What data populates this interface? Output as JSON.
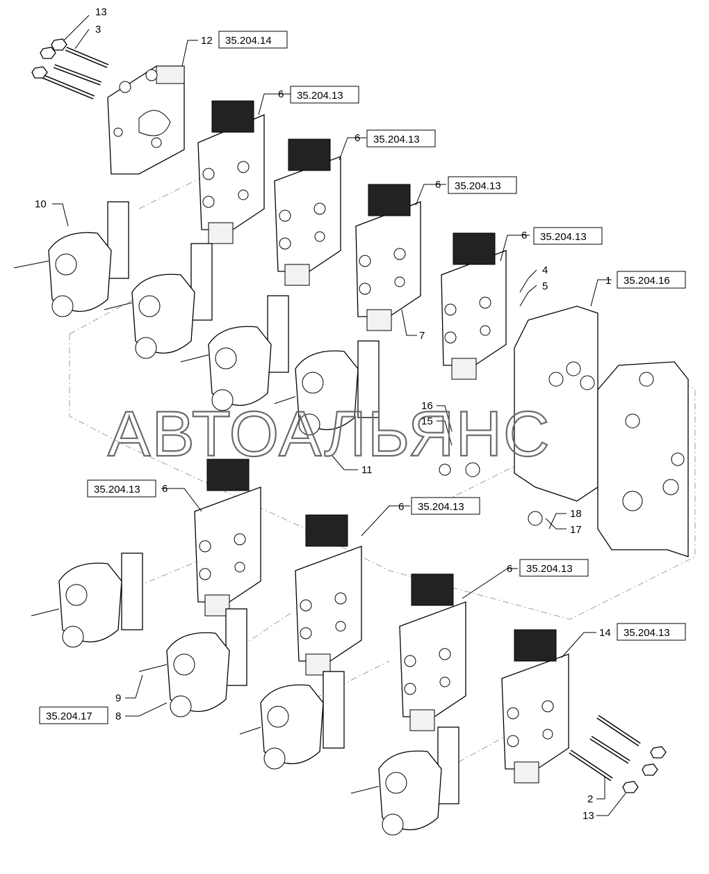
{
  "watermark": "АВТОАЛЬЯНС",
  "callouts": [
    {
      "id": "c13a",
      "num": "13"
    },
    {
      "id": "c3",
      "num": "3"
    },
    {
      "id": "c12",
      "num": "12",
      "ref": "35.204.14"
    },
    {
      "id": "c6a",
      "num": "6",
      "ref": "35.204.13"
    },
    {
      "id": "c6b",
      "num": "6",
      "ref": "35.204.13"
    },
    {
      "id": "c6c",
      "num": "6",
      "ref": "35.204.13"
    },
    {
      "id": "c6d",
      "num": "6",
      "ref": "35.204.13"
    },
    {
      "id": "c10",
      "num": "10"
    },
    {
      "id": "c4",
      "num": "4"
    },
    {
      "id": "c5",
      "num": "5"
    },
    {
      "id": "c1",
      "num": "1",
      "ref": "35.204.16"
    },
    {
      "id": "c7",
      "num": "7"
    },
    {
      "id": "c16",
      "num": "16"
    },
    {
      "id": "c15",
      "num": "15"
    },
    {
      "id": "c11",
      "num": "11"
    },
    {
      "id": "c6e",
      "num": "6",
      "ref": "35.204.13"
    },
    {
      "id": "c6f",
      "num": "6",
      "ref": "35.204.13"
    },
    {
      "id": "c18",
      "num": "18"
    },
    {
      "id": "c17",
      "num": "17"
    },
    {
      "id": "c6g",
      "num": "6",
      "ref": "35.204.13"
    },
    {
      "id": "c14",
      "num": "14",
      "ref": "35.204.13"
    },
    {
      "id": "c9",
      "num": "9"
    },
    {
      "id": "c8",
      "num": "8",
      "ref": "35.204.17"
    },
    {
      "id": "c2",
      "num": "2"
    },
    {
      "id": "c13b",
      "num": "13"
    }
  ]
}
